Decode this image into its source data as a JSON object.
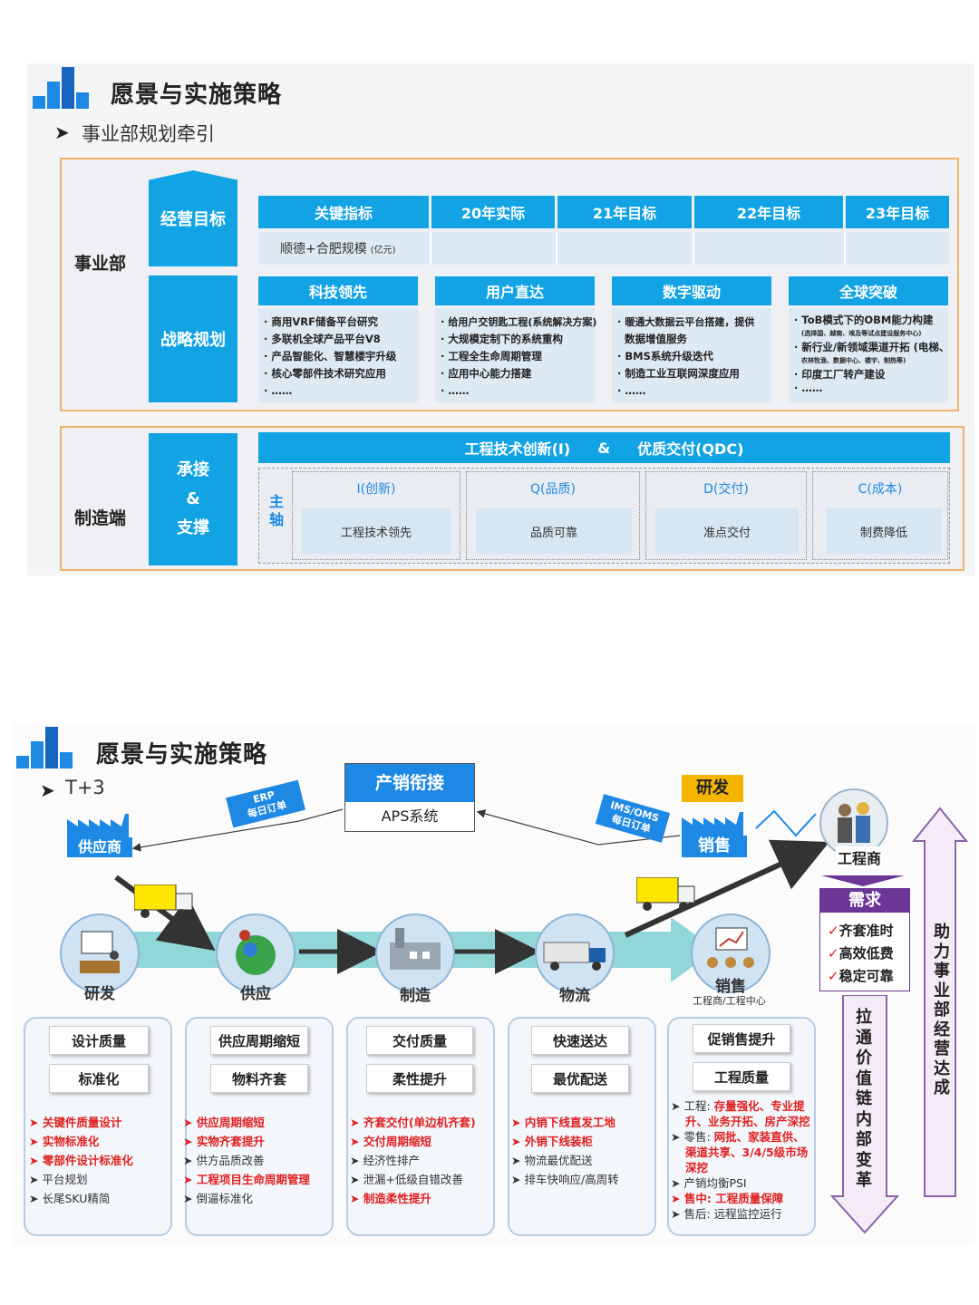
{
  "slide1": {
    "title": "愿景与实施策略",
    "subtitle": "事业部规划牵引",
    "bu_label": "事业部",
    "mfg_label": "制造端",
    "goal_hex": "经营目标",
    "strategy_hex": "战略规划",
    "support_hex": [
      "承接",
      "&",
      "支撑"
    ],
    "table_headers": [
      "关键指标",
      "20年实际",
      "21年目标",
      "22年目标",
      "23年目标"
    ],
    "table_row_label": "顺德+合肥规模",
    "table_row_unit": "(亿元)",
    "pillars": [
      {
        "title": "科技领先",
        "items": [
          "商用VRF储备平台研究",
          "多联机全球产品平台V8",
          "产品智能化、智慧楼宇升级",
          "核心零部件技术研究应用",
          "……"
        ]
      },
      {
        "title": "用户直达",
        "items": [
          "给用户交钥匙工程(系统解决方案)",
          "大规模定制下的系统重构",
          "工程全生命周期管理",
          "应用中心能力搭建",
          "……"
        ]
      },
      {
        "title": "数字驱动",
        "items": [
          "暖通大数据云平台搭建，提供",
          "数据增值服务",
          "BMS系统升级迭代",
          "制造工业互联网深度应用",
          "……"
        ]
      },
      {
        "title": "全球突破",
        "items": [
          "ToB模式下的OBM能力构建",
          "(选择国、越南、埃及等试点建设服务中心)",
          "新行业/新领域渠道开拓 (电梯、",
          "农林牧渔、数据中心、楼宇、制热等)",
          "印度工厂转产建设",
          "……"
        ]
      }
    ],
    "qdc_banner_left": "工程技术创新(I)",
    "qdc_banner_amp": "&",
    "qdc_banner_right": "优质交付(QDC)",
    "main_axis": [
      "主",
      "轴"
    ],
    "qdc": [
      {
        "title": "I(创新)",
        "value": "工程技术领先"
      },
      {
        "title": "Q(品质)",
        "value": "品质可靠"
      },
      {
        "title": "D(交付)",
        "value": "准点交付"
      },
      {
        "title": "C(成本)",
        "value": "制费降低"
      }
    ]
  },
  "slide2": {
    "title": "愿景与实施策略",
    "subtitle": "T+3",
    "center_box_title": "产销衔接",
    "center_box_sub": "APS系统",
    "erp_tag": [
      "ERP",
      "每日订单"
    ],
    "ims_tag": [
      "IMS/OMS",
      "每日订单"
    ],
    "supplier_label": "供应商",
    "sales_label": "销售",
    "rnd_tag": "研发",
    "engineer_label": "工程商",
    "demand_title": "需求",
    "demand_items": [
      "齐套准时",
      "高效低费",
      "稳定可靠"
    ],
    "pull_text": [
      "拉",
      "通",
      "价",
      "值",
      "链",
      "内",
      "部",
      "变",
      "革"
    ],
    "help_text": [
      "助",
      "力",
      "事",
      "业",
      "部",
      "经",
      "营",
      "达",
      "成"
    ],
    "stages": [
      "研发",
      "供应",
      "制造",
      "物流",
      "销售"
    ],
    "stage_sub": "工程商/工程中心",
    "cards": [
      {
        "tags": [
          "设计质量",
          "标准化"
        ],
        "items": [
          {
            "t": "关键件质量设计",
            "red": true
          },
          {
            "t": "实物标准化",
            "red": true
          },
          {
            "t": "零部件设计标准化",
            "red": true
          },
          {
            "t": "平台规划",
            "red": false
          },
          {
            "t": "长尾SKU精简",
            "red": false
          }
        ]
      },
      {
        "tags": [
          "供应周期缩短",
          "物料齐套"
        ],
        "items": [
          {
            "t": "供应周期缩短",
            "red": true
          },
          {
            "t": "实物齐套提升",
            "red": true
          },
          {
            "t": "供方品质改善",
            "red": false
          },
          {
            "t": "工程项目生命周期管理",
            "red": true
          },
          {
            "t": "倒逼标准化",
            "red": false
          }
        ]
      },
      {
        "tags": [
          "交付质量",
          "柔性提升"
        ],
        "items": [
          {
            "t": "齐套交付(单边机齐套)",
            "red": true
          },
          {
            "t": "交付周期缩短",
            "red": true
          },
          {
            "t": "经济性排产",
            "red": false
          },
          {
            "t": "泄漏+低级自错改善",
            "red": false
          },
          {
            "t": "制造柔性提升",
            "red": true
          }
        ]
      },
      {
        "tags": [
          "快速送达",
          "最优配送"
        ],
        "items": [
          {
            "t": "内销下线直发工地",
            "red": true
          },
          {
            "t": "外销下线装柜",
            "red": true
          },
          {
            "t": "物流最优配送",
            "red": false
          },
          {
            "t": "排车快响应/高周转",
            "red": false
          }
        ]
      }
    ],
    "sales_card_tags": [
      "促销售提升",
      "工程质量"
    ],
    "sales_items": [
      {
        "p": "工程: ",
        "r": "存量强化、专业提升、业务开拓、房产深挖"
      },
      {
        "p": "零售: ",
        "r": "网批、家装直供、渠道共享、3/4/5级市场深挖"
      },
      {
        "p": "产销均衡PSI",
        "r": ""
      },
      {
        "p": "售中: ",
        "r": "工程质量保障"
      },
      {
        "p": "售后: 远程监控运行",
        "r": ""
      }
    ]
  },
  "colors": {
    "accent": "#12a3e5",
    "frame": "#f0b26b",
    "red": "#e02020",
    "purple": "#7b3fa0"
  }
}
